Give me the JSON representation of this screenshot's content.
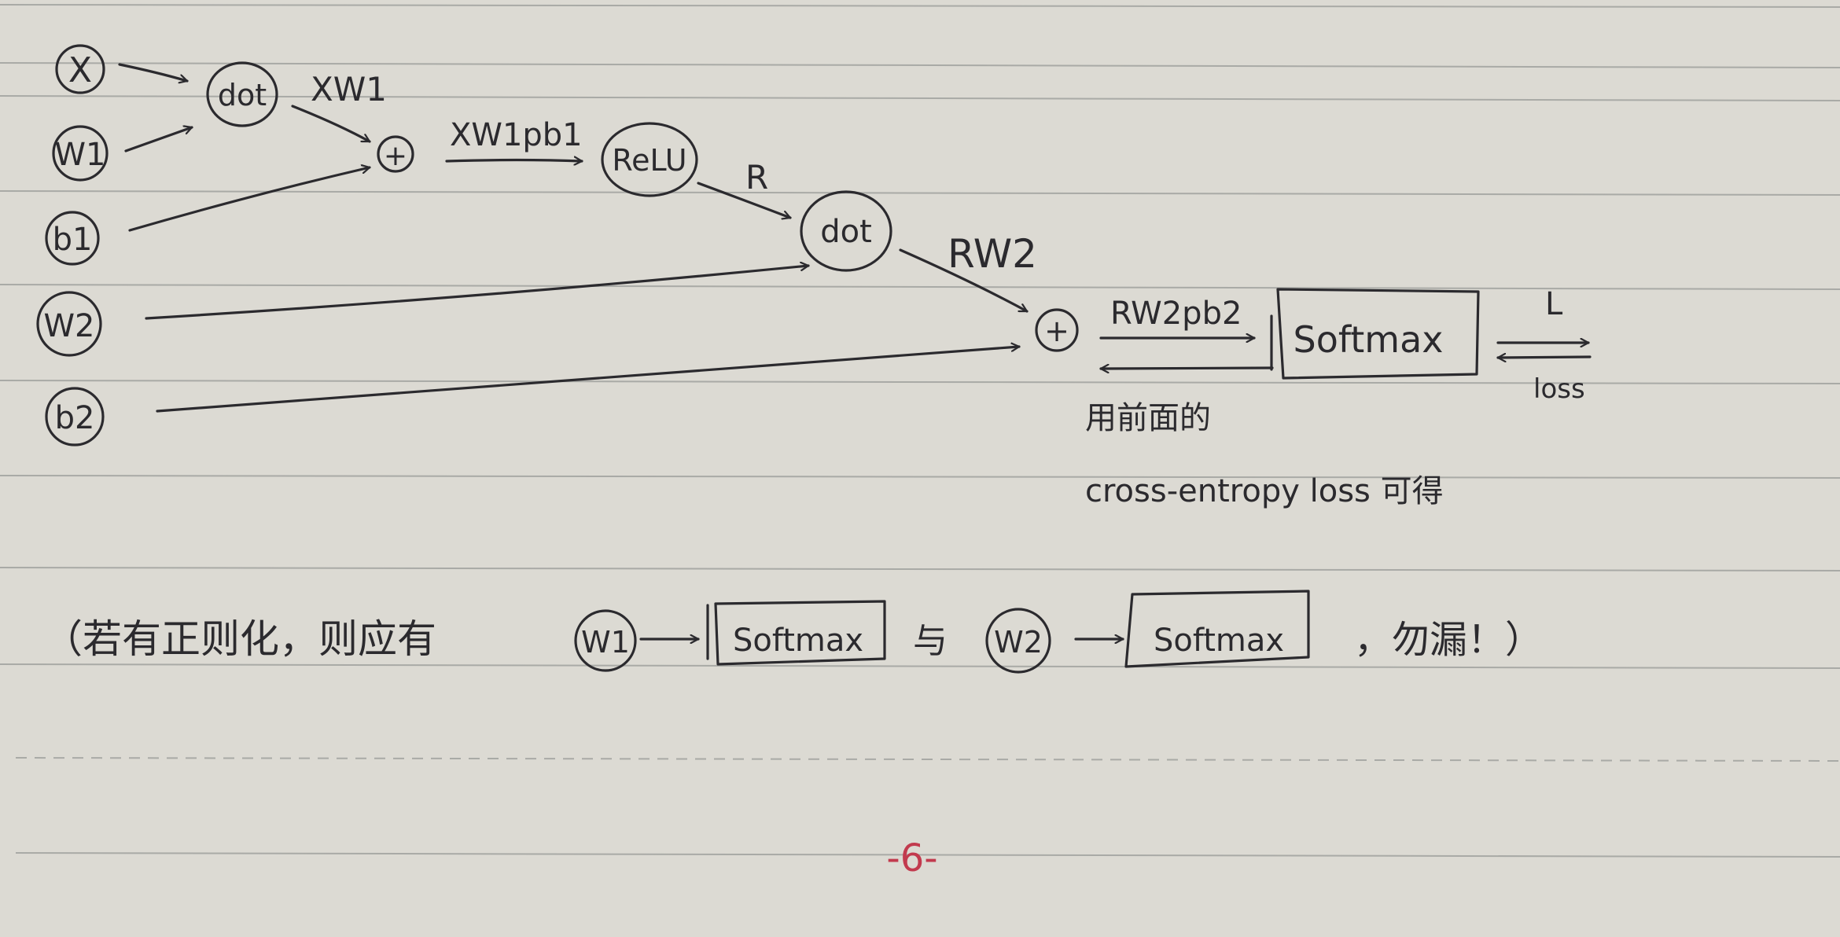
{
  "nodes": {
    "x": "X",
    "w1": "W1",
    "b1": "b1",
    "w2": "W2",
    "b2": "b2",
    "dot1": "dot",
    "plus1": "+",
    "relu": "ReLU",
    "dot2": "dot",
    "plus2": "+",
    "softmax": "Softmax"
  },
  "edge_labels": {
    "xw1": "XW1",
    "xw1pb1": "XW1pb1",
    "r": "R",
    "rw2": "RW2",
    "rw2pb2": "RW2pb2",
    "l": "L",
    "loss": "loss"
  },
  "notes": {
    "line1": "用前面的",
    "line2": "cross-entropy loss 可得"
  },
  "regularization": {
    "prefix": "（若有正则化，则应有",
    "w1": "W1",
    "softmax1": "Softmax",
    "connector": "与",
    "w2": "W2",
    "softmax2": "Softmax",
    "suffix": "，勿漏！）"
  },
  "page_number": "-6-",
  "colors": {
    "ink": "#2b2a2e",
    "paper": "#dcdad3",
    "rule": "#a9aaa6",
    "page_number": "#c23a4e"
  }
}
